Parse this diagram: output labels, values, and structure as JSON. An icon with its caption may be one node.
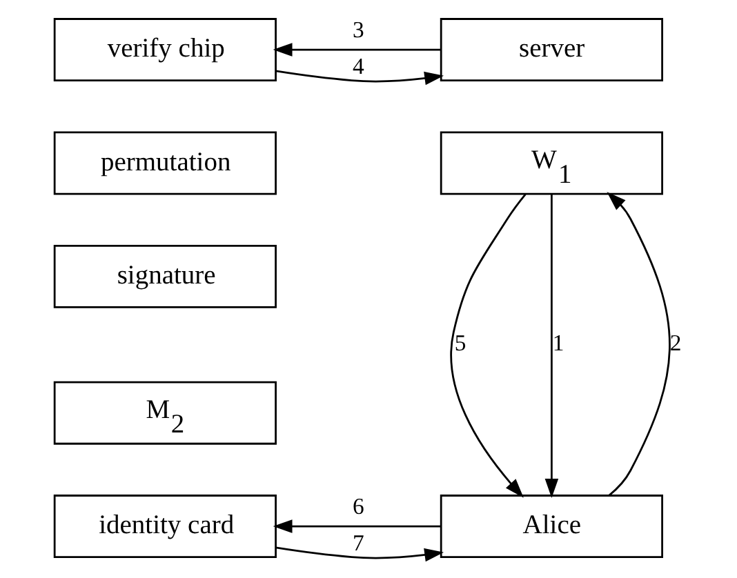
{
  "diagram": {
    "nodes": [
      {
        "text": [
          "verify chip"
        ]
      },
      {
        "text": [
          "permutation"
        ]
      },
      {
        "text": [
          "signature"
        ]
      },
      {
        "text": [
          "server"
        ]
      },
      {
        "text": [
          "W$_{1}$"
        ]
      },
      {
        "text": [
          "M$_{2}$"
        ]
      },
      {
        "text": [
          "identity card"
        ]
      },
      {
        "text": [
          "Alice"
        ]
      }
    ],
    "edges": [
      {
        "from": 3,
        "to": 0,
        "arrow": "to",
        "label": "3"
      },
      {
        "from": 0,
        "to": 3,
        "arrow": "to",
        "label": "4"
      },
      {
        "from": 4,
        "to": 7,
        "arrow": "to",
        "label": "5"
      },
      {
        "from": 7,
        "to": 4,
        "arrow": "to",
        "label": "2"
      },
      {
        "from": 4,
        "to": 7,
        "arrow": "to",
        "label": "1"
      },
      {
        "from": 7,
        "to": 6,
        "arrow": "to",
        "label": "6"
      },
      {
        "from": 6,
        "to": 7,
        "arrow": "to",
        "label": "7"
      }
    ]
  }
}
